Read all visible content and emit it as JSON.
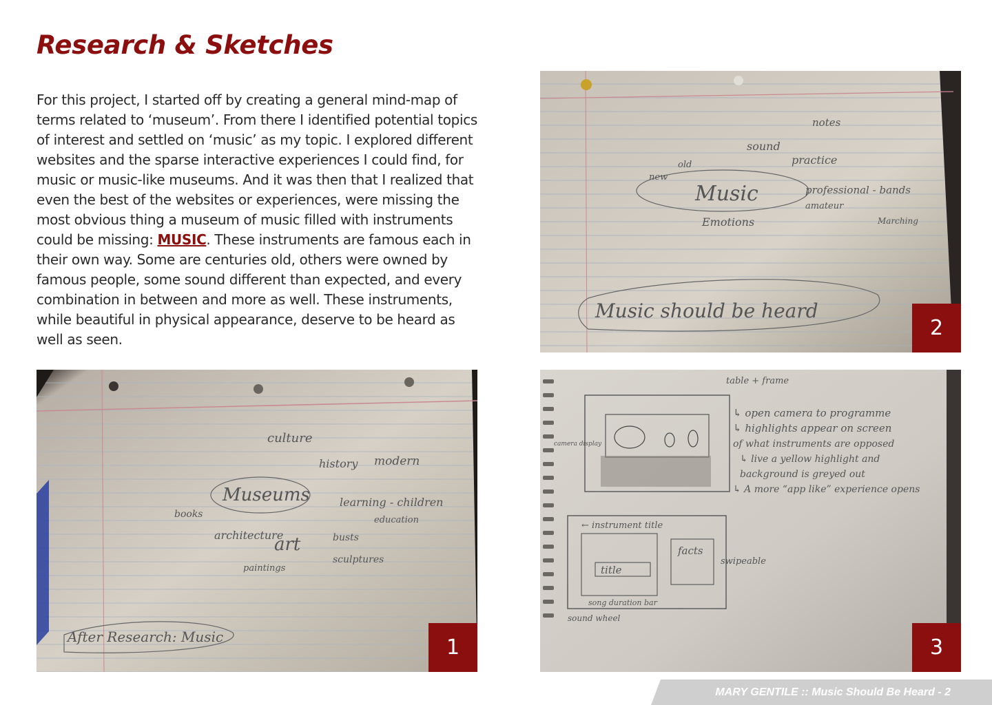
{
  "page": {
    "title": "Research & Sketches",
    "intro_before": "For this project, I started off by creating a general mind-map of terms related to ‘museum’. From there I identified potential topics of interest and settled on ‘music’ as my topic. I explored different websites and the sparse interactive experiences I could find, for music or music-like museums. And it was then that I realized that even the best of the websites or experiences, were missing the most obvious thing a museum of music filled with instruments could be missing: ",
    "intro_link": "MUSIC",
    "intro_after": ". These instruments are famous each in their own way. Some are centuries old, others were owned by famous people, some sound different than expected, and every combination in between and more as well. These instruments, while beautiful in physical appearance, deserve to be heard as well as seen.",
    "footer": "MARY GENTILE :: Music Should Be Heard - 2"
  },
  "sketches": [
    {
      "number": "1",
      "words": {
        "center": "Museums",
        "culture": "culture",
        "history": "history",
        "modern": "modern",
        "learning": "learning - children",
        "education": "education",
        "art": "art",
        "busts": "busts",
        "sculptures": "sculptures",
        "architecture": "architecture",
        "paintings": "paintings",
        "books": "books",
        "after": "After Research: Music"
      }
    },
    {
      "number": "2",
      "words": {
        "center": "Music",
        "sound": "sound",
        "notes": "notes",
        "practice": "practice",
        "professional": "professional - bands",
        "amateur": "amateur",
        "emotions": "Emotions",
        "should": "Music should be heard",
        "marching": "Marching",
        "old": "old",
        "new": "new"
      }
    },
    {
      "number": "3",
      "words": {
        "table": "table + frame",
        "l1": "↳ open camera to programme",
        "l2": "↳ highlights appear on screen",
        "l3": "of what instruments are opposed",
        "l4": "↳ live a yellow highlight and",
        "l5": "background is greyed out",
        "l6": "↳ A more “app like” experience opens",
        "instrument": "← instrument title",
        "facts": "facts",
        "title": "title",
        "swipeable": "swipeable",
        "sound": "sound wheel",
        "duration": "song duration bar",
        "camera": "camera display"
      }
    }
  ],
  "colors": {
    "accent": "#8b0f0f",
    "paper": "#d8d3ca",
    "footer_bg": "#cfcfcf"
  }
}
